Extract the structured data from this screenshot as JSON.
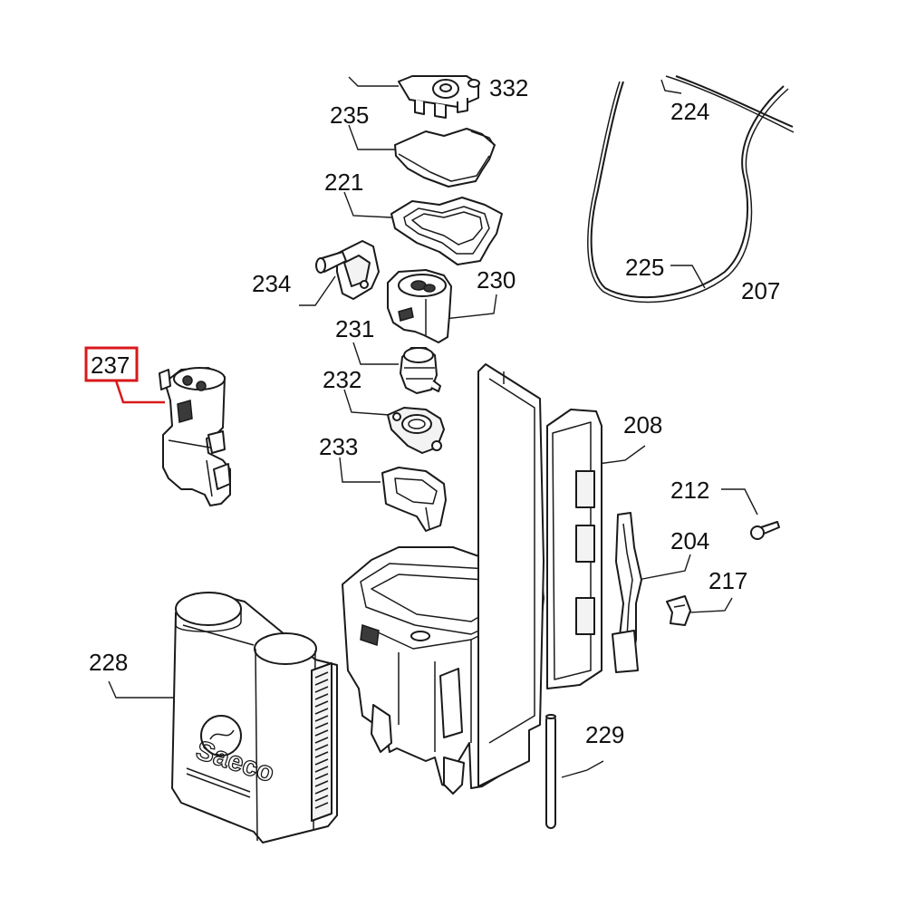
{
  "diagram": {
    "callouts": [
      "332",
      "224",
      "235",
      "221",
      "234",
      "230",
      "207",
      "225",
      "231",
      "237",
      "232",
      "208",
      "233",
      "212",
      "204",
      "217",
      "228",
      "229"
    ],
    "highlighted": "237",
    "highlight_color": "#d8191b",
    "logo_text": "Saeco"
  }
}
